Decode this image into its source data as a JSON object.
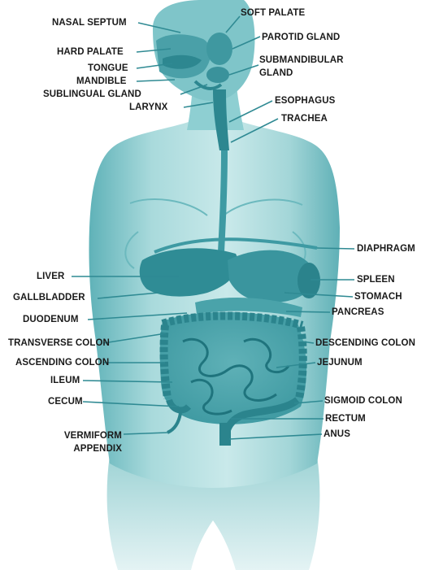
{
  "palette": {
    "body": "#8ccdd0",
    "body_light": "#c6e6e8",
    "body_dark": "#3e9aa3",
    "organ": "#2d8790",
    "leader": "#2f8a93",
    "text": "#1a1a1a",
    "background": "#ffffff"
  },
  "labels": {
    "nasal_septum": "NASAL SEPTUM",
    "soft_palate": "SOFT PALATE",
    "parotid_gland": "PAROTID GLAND",
    "hard_palate": "HARD PALATE",
    "submandibular_gland_1": "SUBMANDIBULAR",
    "submandibular_gland_2": "GLAND",
    "tongue": "TONGUE",
    "mandible": "MANDIBLE",
    "sublingual_gland": "SUBLINGUAL GLAND",
    "esophagus": "ESOPHAGUS",
    "larynx": "LARYNX",
    "trachea": "TRACHEA",
    "diaphragm": "DIAPHRAGM",
    "liver": "LIVER",
    "spleen": "SPLEEN",
    "gallbladder": "GALLBLADDER",
    "stomach": "STOMACH",
    "pancreas": "PANCREAS",
    "duodenum": "DUODENUM",
    "transverse_colon": "TRANSVERSE COLON",
    "descending_colon": "DESCENDING COLON",
    "ascending_colon": "ASCENDING COLON",
    "jejunum": "JEJUNUM",
    "ileum": "ILEUM",
    "cecum": "CECUM",
    "sigmoid_colon": "SIGMOID COLON",
    "rectum": "RECTUM",
    "vermiform_appendix_1": "VERMIFORM",
    "vermiform_appendix_2": "APPENDIX",
    "anus": "ANUS"
  }
}
